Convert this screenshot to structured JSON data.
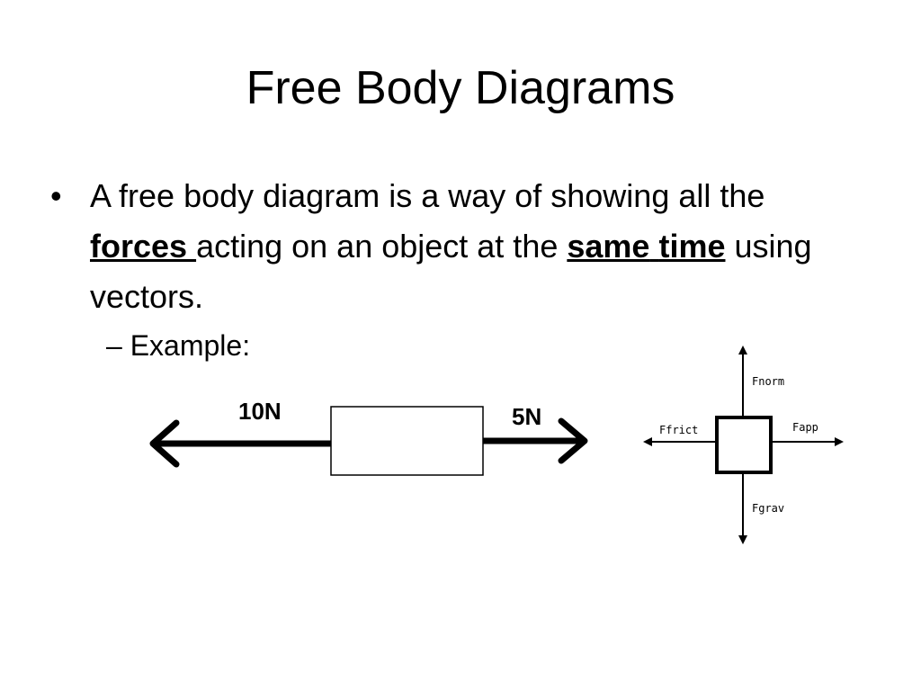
{
  "slide": {
    "title": "Free Body Diagrams",
    "bullet": {
      "dot": "•",
      "part1": "A free body diagram is a way of showing all the",
      "forces": " forces ",
      "part2": "acting on an object at the ",
      "same": "same",
      "space": " ",
      "time": "time",
      "part3": " using vectors."
    },
    "sub_bullet": {
      "dash": "–",
      "text": " Example:"
    }
  },
  "diagram_left": {
    "left_force_label": "10N",
    "right_force_label": "5N"
  },
  "diagram_right": {
    "up_label": "Fnorm",
    "left_label": "Ffrict",
    "right_label": "Fapp",
    "down_label": "Fgrav"
  }
}
